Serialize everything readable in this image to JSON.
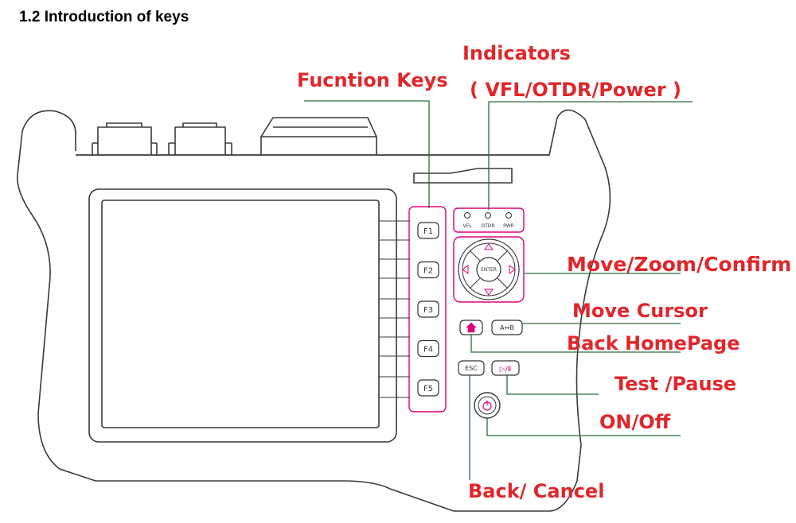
{
  "heading": "1.2 Introduction of keys",
  "labels": {
    "indicators_line1": "Indicators",
    "indicators_line2": "( VFL/OTDR/Power )",
    "function_keys": "Fucntion Keys",
    "move_zoom_confirm": "Move/Zoom/Confirm",
    "move_cursor": "Move Cursor",
    "back_homepage": "Back HomePage",
    "test_pause": "Test /Pause",
    "on_off": "ON/Off",
    "back_cancel": "Back/ Cancel"
  },
  "device": {
    "function_keys": [
      "F1",
      "F2",
      "F3",
      "F4",
      "F5"
    ],
    "indicator_labels": [
      "VFL",
      "OTDR",
      "PWR"
    ],
    "enter_label": "ENTER",
    "esc_label": "ESC",
    "ab_label": "A↔B",
    "test_label": "▷/Ⅱ",
    "home_icon": "home-icon",
    "power_icon": "power-icon"
  },
  "colors": {
    "label_red": "#e0262b",
    "highlight_magenta": "#e0007a",
    "leader_green": "#2f6b3a",
    "outline": "#3a3a3a"
  }
}
